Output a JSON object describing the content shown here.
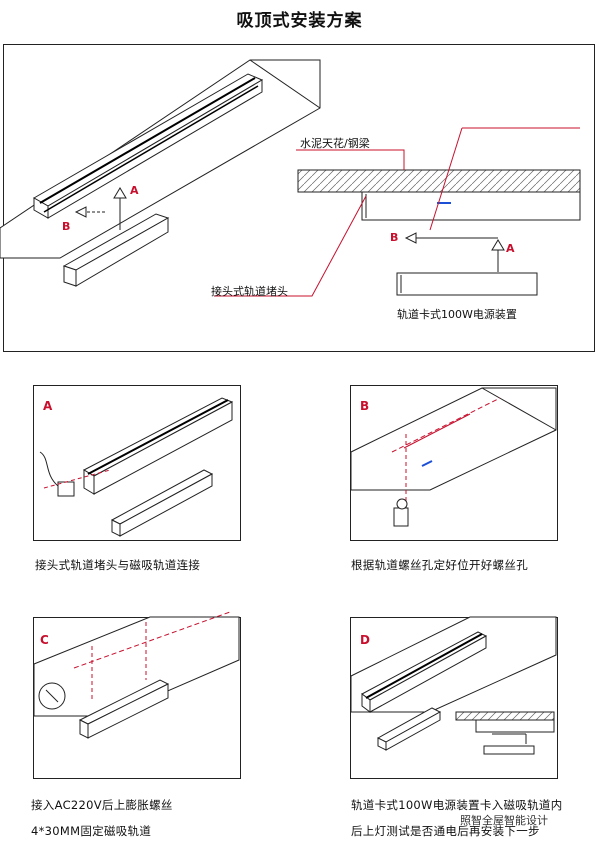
{
  "title": "吸顶式安装方案",
  "overview": {
    "ceiling_label": "水泥天花/钢梁",
    "end_cap_label": "接头式轨道堵头",
    "power_label": "轨道卡式100W电源装置",
    "marker_a": "A",
    "marker_b": "B"
  },
  "steps": [
    {
      "letter": "A",
      "caption_lines": [
        "接头式轨道堵头与磁吸轨道连接"
      ]
    },
    {
      "letter": "B",
      "caption_lines": [
        "根据轨道螺丝孔定好位开好螺丝孔"
      ]
    },
    {
      "letter": "C",
      "caption_lines": [
        "接入AC220V后上膨胀螺丝",
        "4*30MM固定磁吸轨道"
      ]
    },
    {
      "letter": "D",
      "caption_lines": [
        "轨道卡式100W电源装置卡入磁吸轨道内",
        "后上灯测试是否通电后再安装下一步"
      ]
    }
  ],
  "watermark": "照智全屋智能设计",
  "colors": {
    "accent_red": "#c8102e",
    "line": "#222222",
    "blue_mark": "#1a4fd6"
  }
}
